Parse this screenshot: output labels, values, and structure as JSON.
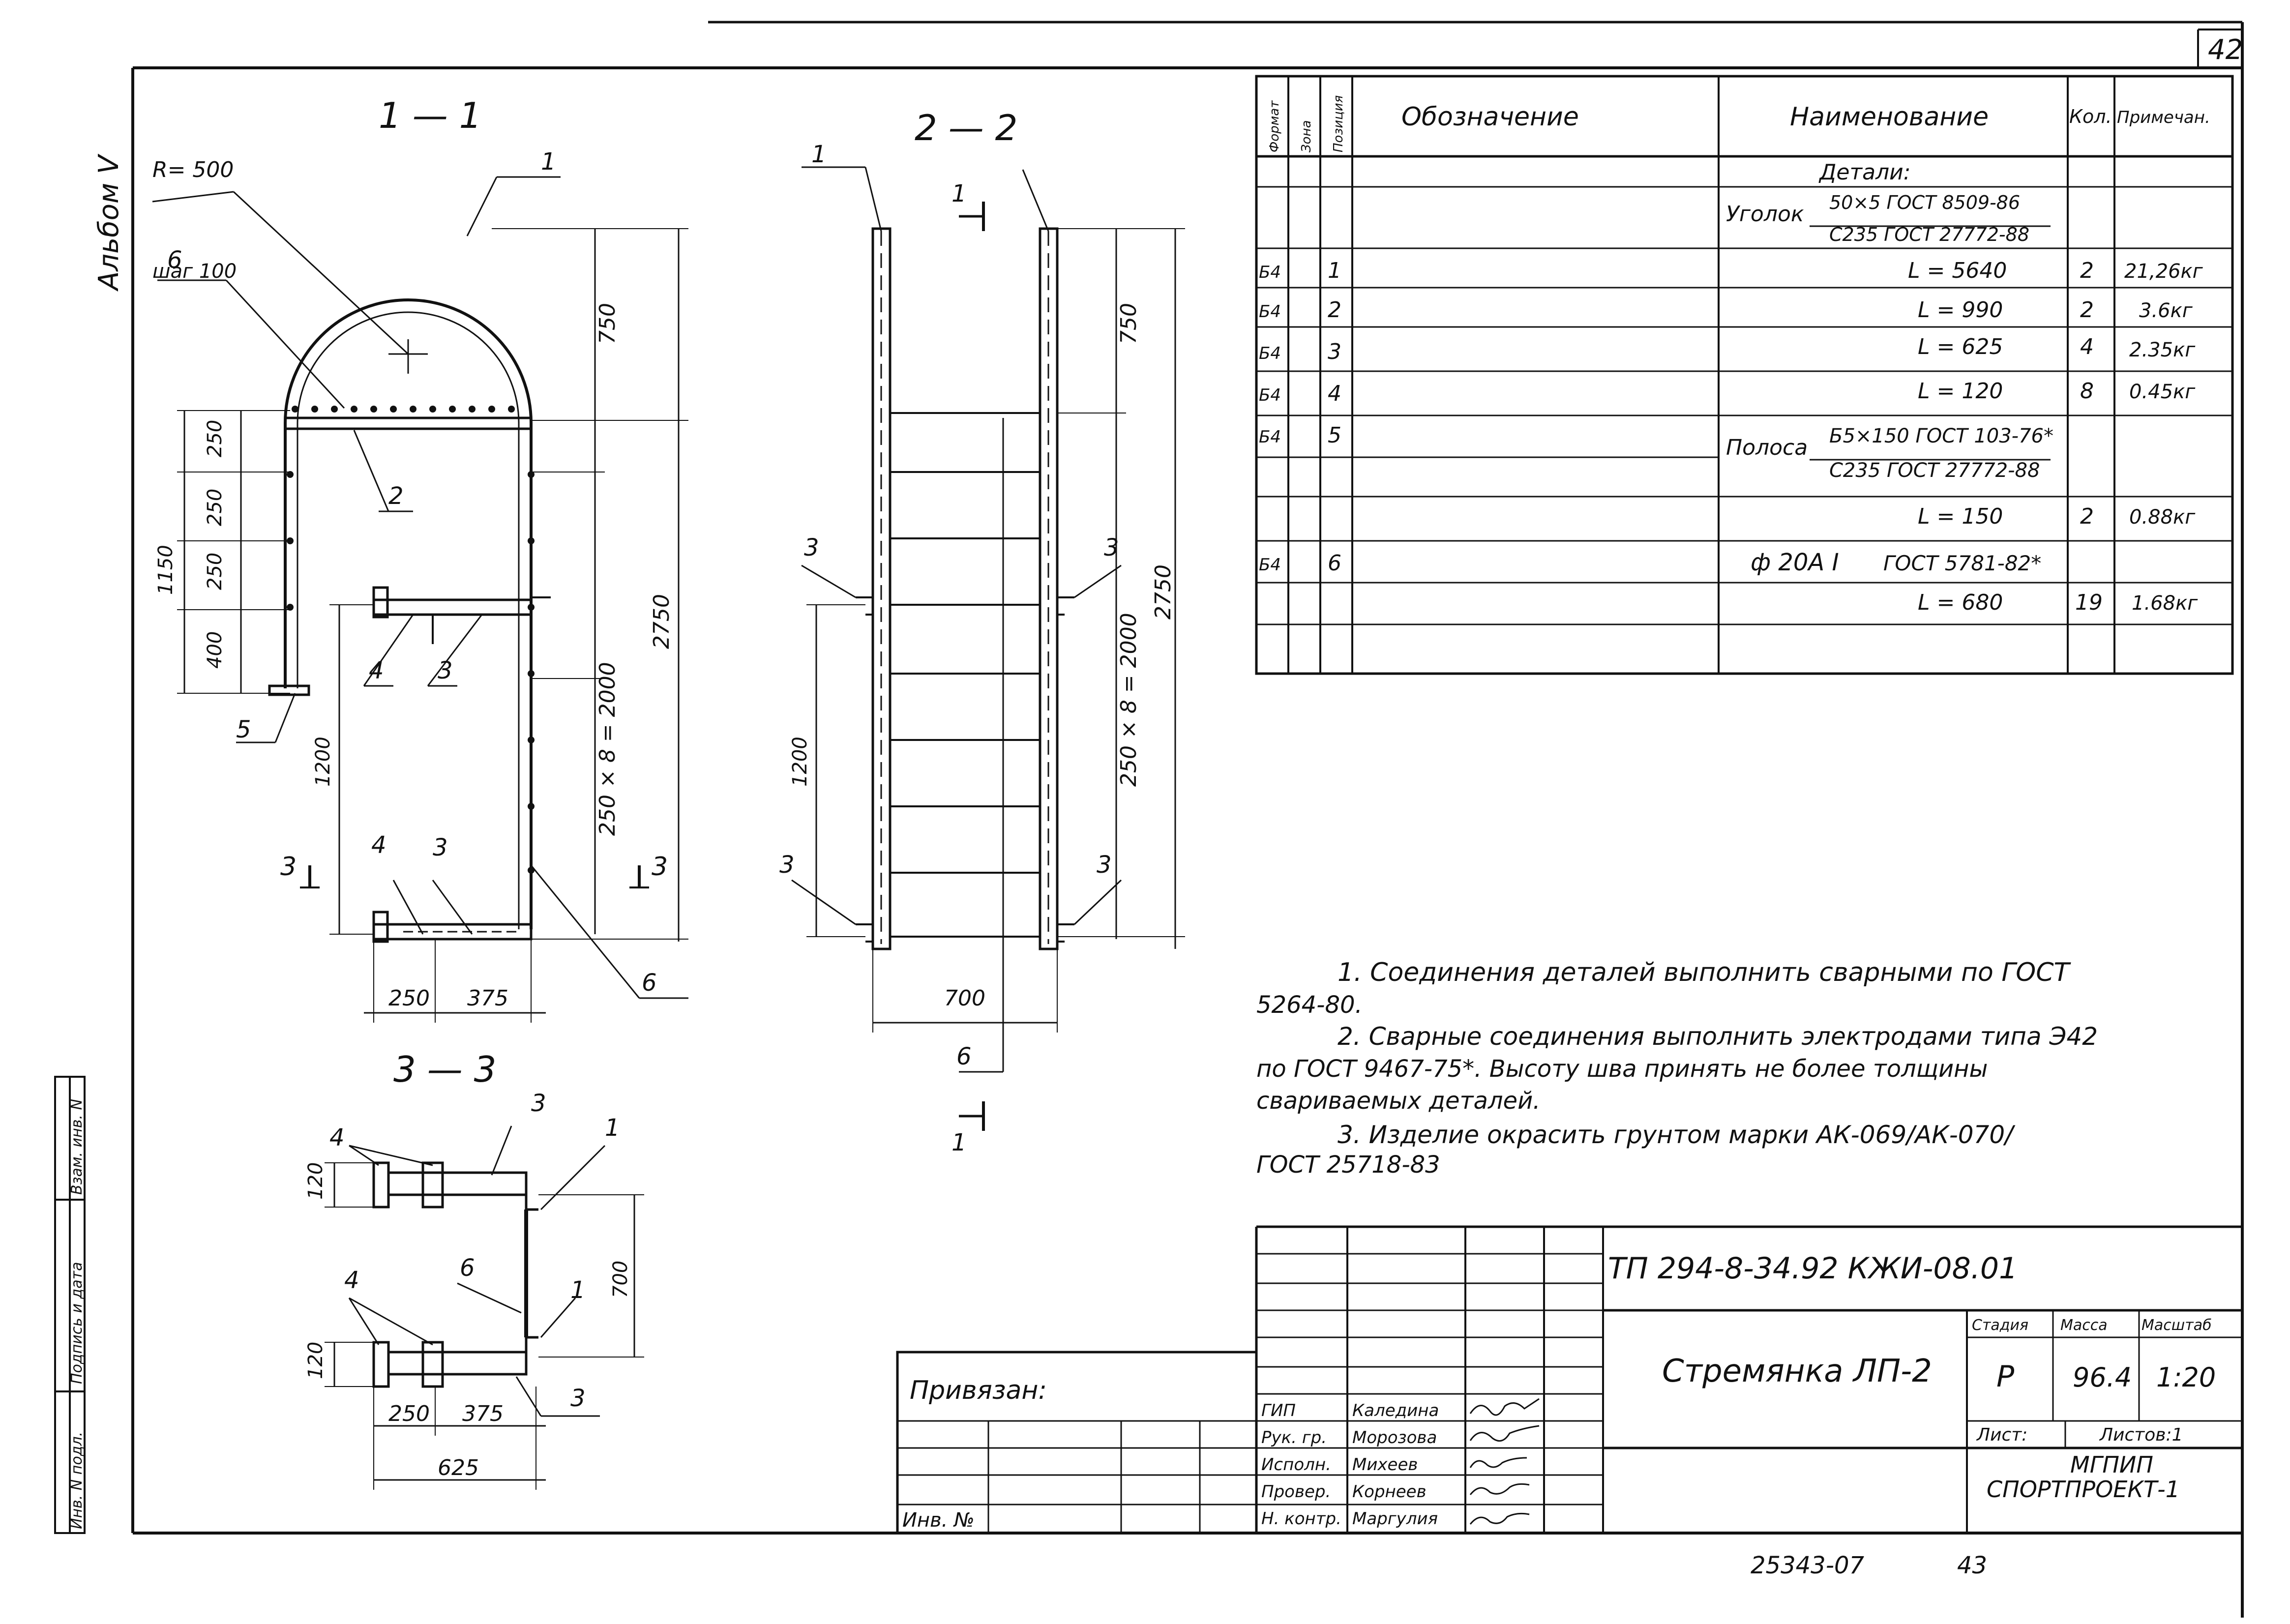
{
  "sheet_number": "42",
  "album_label": "Альбом V",
  "sections": {
    "s11": "1 — 1",
    "s22": "2 — 2",
    "s33": "3 — 3"
  },
  "view11": {
    "radius_label": "R= 500",
    "pitch_label": "шаг 100",
    "pos1": "1",
    "pos2": "2",
    "pos3a": "3",
    "pos3b": "3",
    "pos4a": "4",
    "pos4b": "4",
    "pos5": "5",
    "pos6a": "6",
    "pos6b": "6",
    "cut3_left": "3",
    "cut3_right": "3",
    "dim_750": "750",
    "dim_2750": "2750",
    "dim_250a": "250",
    "dim_250b": "250",
    "dim_250c": "250",
    "dim_400": "400",
    "dim_1150": "1150",
    "dim_1200": "1200",
    "dim_250x8": "250 × 8 = 2000",
    "dim_250_bottom": "250",
    "dim_375_bottom": "375"
  },
  "view22": {
    "pos1": "1",
    "cut1_top": "1",
    "cut1_bottom": "1",
    "pos3_ul": "3",
    "pos3_ur": "3",
    "pos3_ll": "3",
    "pos3_lr": "3",
    "pos6": "6",
    "dim_750": "750",
    "dim_2750": "2750",
    "dim_1200": "1200",
    "dim_250x8": "250 × 8 = 2000",
    "dim_700": "700"
  },
  "view33": {
    "pos4a": "4",
    "pos4b": "4",
    "pos3a": "3",
    "pos3b": "3",
    "pos1a": "1",
    "pos1b": "1",
    "pos6": "6",
    "dim_120a": "120",
    "dim_120b": "120",
    "dim_700": "700",
    "dim_250": "250",
    "dim_375": "375",
    "dim_625": "625"
  },
  "spec": {
    "headers": {
      "format": "Формат",
      "zone": "Зона",
      "position": "Позиция",
      "designation": "Обозначение",
      "name": "Наименование",
      "qty": "Кол.",
      "note": "Примечан."
    },
    "group_details": "Детали:",
    "angle_label": "Уголок",
    "angle_top": "50×5  ГОСТ 8509-86",
    "angle_bottom": "С235 ГОСТ 27772-88",
    "strip_label": "Полоса",
    "strip_top": "Б5×150 ГОСТ 103-76*",
    "strip_bottom": "С235 ГОСТ 27772-88",
    "bar_label": "ф 20А I",
    "bar_gost": "ГОСТ 5781-82*",
    "rows": [
      {
        "format": "Б4",
        "pos": "1",
        "name": "L = 5640",
        "qty": "2",
        "note": "21,26кг"
      },
      {
        "format": "Б4",
        "pos": "2",
        "name": "L = 990",
        "qty": "2",
        "note": "3.6кг"
      },
      {
        "format": "Б4",
        "pos": "3",
        "name": "L = 625",
        "qty": "4",
        "note": "2.35кг"
      },
      {
        "format": "Б4",
        "pos": "4",
        "name": "L = 120",
        "qty": "8",
        "note": "0.45кг"
      },
      {
        "format": "Б4",
        "pos": "5",
        "name": "L = 150",
        "qty": "2",
        "note": "0.88кг"
      },
      {
        "format": "Б4",
        "pos": "6",
        "name": "L = 680",
        "qty": "19",
        "note": "1.68кг"
      }
    ]
  },
  "notes": [
    "1. Соединения деталей выполнить сварными по ГОСТ",
    "5264-80.",
    "2. Сварные соединения выполнить электродами типа Э42",
    "по ГОСТ 9467-75*. Высоту шва принять не более толщины",
    "свариваемых деталей.",
    "3. Изделие окрасить грунтом марки АК-069/АК-070/",
    "ГОСТ 25718-83"
  ],
  "left_margin": {
    "inv_podl": "Инв. N подл.",
    "podpis": "Подпись и дата",
    "vzam": "Взам. инв. N"
  },
  "title_block": {
    "document_code": "ТП 294-8-34.92    КЖИ-08.01",
    "title": "Стремянка ЛП-2",
    "stage_hdr": "Стадия",
    "mass_hdr": "Масса",
    "scale_hdr": "Масштаб",
    "stage": "Р",
    "mass": "96.4",
    "scale": "1:20",
    "sheet_lbl": "Лист:",
    "sheets_lbl": "Листов:1",
    "org1": "МГПИП",
    "org2": "СПОРТПРОЕКТ-1",
    "privyazan": "Привязан:",
    "inv_no": "Инв. №",
    "signers": [
      {
        "role": "ГИП",
        "name": "Каледина"
      },
      {
        "role": "Рук. гр.",
        "name": "Морозова"
      },
      {
        "role": "Исполн.",
        "name": "Михеев"
      },
      {
        "role": "Провер.",
        "name": "Корнеев"
      },
      {
        "role": "Н. контр.",
        "name": "Маргулия"
      }
    ]
  },
  "bottom_stamp": "25343-07",
  "bottom_page": "43"
}
